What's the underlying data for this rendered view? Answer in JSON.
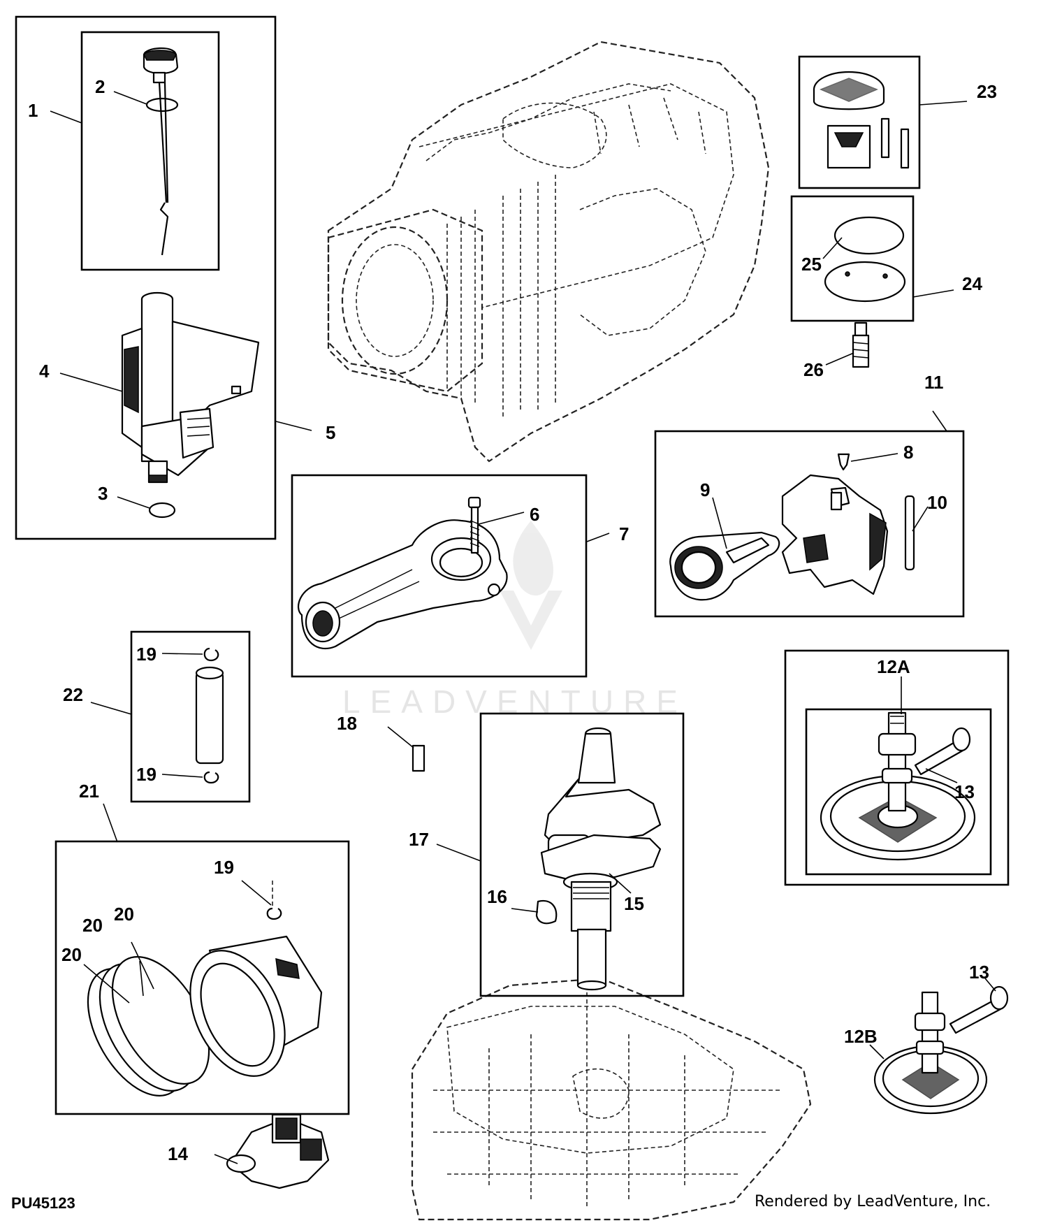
{
  "watermark": "LEADVENTURE",
  "diagram_code": "PU45123",
  "credit": "Rendered by LeadVenture, Inc.",
  "callouts": {
    "c1": "1",
    "c2": "2",
    "c3": "3",
    "c4": "4",
    "c5": "5",
    "c6": "6",
    "c7": "7",
    "c8": "8",
    "c9": "9",
    "c10": "10",
    "c11": "11",
    "c12a": "12A",
    "c12b": "12B",
    "c13a": "13",
    "c13b": "13",
    "c14": "14",
    "c15": "15",
    "c16": "16",
    "c17": "17",
    "c18": "18",
    "c19a": "19",
    "c19b": "19",
    "c19c": "19",
    "c20a": "20",
    "c20b": "20",
    "c20c": "20",
    "c21": "21",
    "c22": "22",
    "c23": "23",
    "c24": "24",
    "c25": "25",
    "c26": "26"
  }
}
